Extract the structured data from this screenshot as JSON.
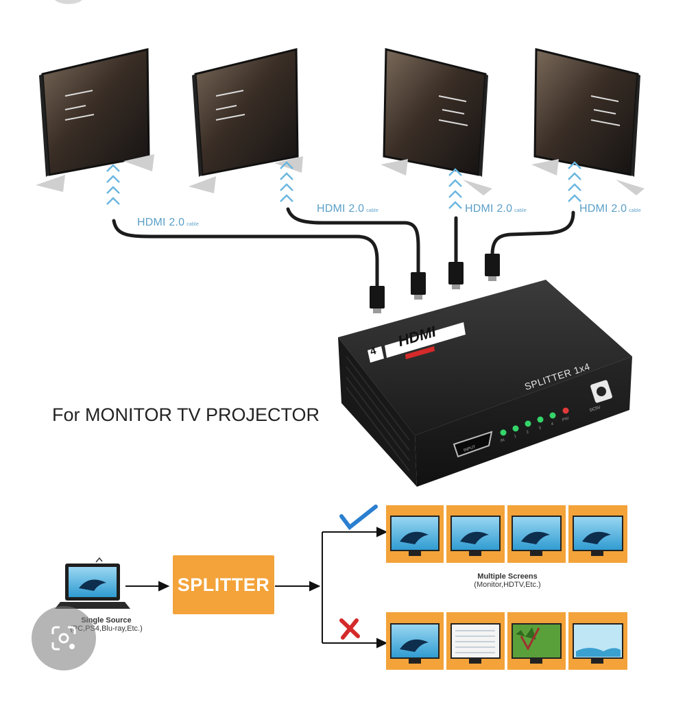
{
  "headline": "For MONITOR TV PROJECTOR",
  "cable_labels": [
    {
      "main": "HDMI 2.0",
      "suffix": "cable"
    },
    {
      "main": "HDMI 2.0",
      "suffix": "cable"
    },
    {
      "main": "HDMI 2.0",
      "suffix": "cable"
    },
    {
      "main": "HDMI 2.0",
      "suffix": "cable"
    }
  ],
  "device": {
    "badge_number": "4",
    "badge_text": "HDMI",
    "model_label": "SPLITTER 1x4",
    "input_label": "INPUT",
    "power_label": "DC5V",
    "led_labels": [
      "IN",
      "1",
      "2",
      "3",
      "4",
      "PW"
    ]
  },
  "diagram": {
    "splitter_label": "SPLITTER",
    "source_title": "Single Source",
    "source_subtitle": "(PC,PS4,Blu-ray,Etc.)",
    "screens_title": "Multiple Screens",
    "screens_subtitle": "(Monitor,HDTV,Etc.)"
  },
  "colors": {
    "accent_orange": "#f3a33a",
    "check_blue": "#2b7fd0",
    "cross_red": "#d42a2a",
    "cable_label_blue": "#5a9fc8",
    "led_green": "#35d46a",
    "led_red": "#e23a3a"
  }
}
